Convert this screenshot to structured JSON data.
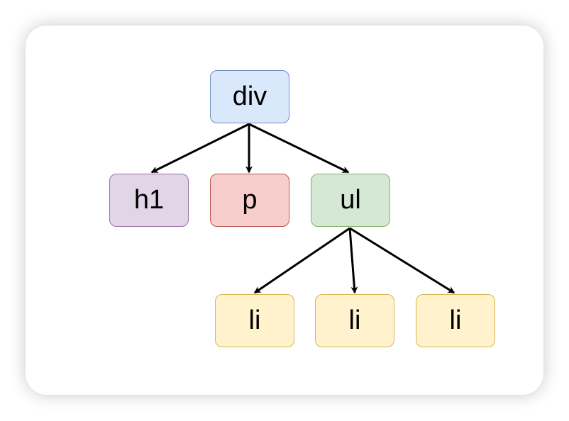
{
  "diagram": {
    "type": "tree",
    "nodes": [
      {
        "id": "div",
        "label": "div",
        "fill": "#dae8fc",
        "stroke": "#6c8ebf"
      },
      {
        "id": "h1",
        "label": "h1",
        "fill": "#e1d5e7",
        "stroke": "#9673a6"
      },
      {
        "id": "p",
        "label": "p",
        "fill": "#f8cecc",
        "stroke": "#b85450"
      },
      {
        "id": "ul",
        "label": "ul",
        "fill": "#d5e8d4",
        "stroke": "#82b366"
      },
      {
        "id": "li1",
        "label": "li",
        "fill": "#fff2cc",
        "stroke": "#d6b656"
      },
      {
        "id": "li2",
        "label": "li",
        "fill": "#fff2cc",
        "stroke": "#d6b656"
      },
      {
        "id": "li3",
        "label": "li",
        "fill": "#fff2cc",
        "stroke": "#d6b656"
      }
    ],
    "edges": [
      {
        "from": "div",
        "to": "h1"
      },
      {
        "from": "div",
        "to": "p"
      },
      {
        "from": "div",
        "to": "ul"
      },
      {
        "from": "ul",
        "to": "li1"
      },
      {
        "from": "ul",
        "to": "li2"
      },
      {
        "from": "ul",
        "to": "li3"
      }
    ]
  }
}
